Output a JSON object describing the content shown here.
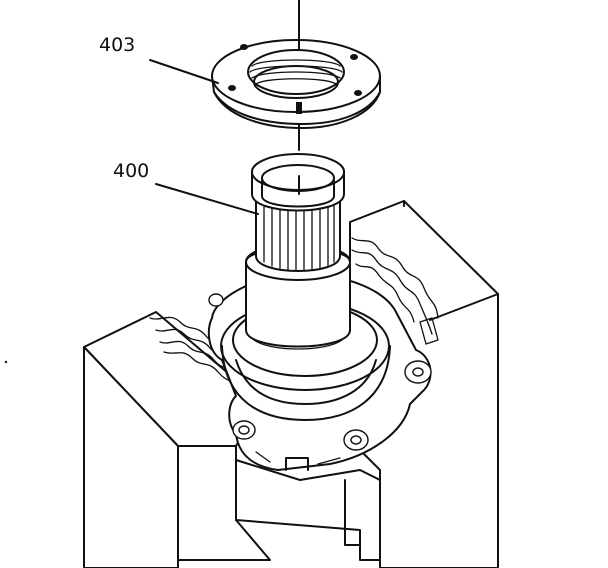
{
  "figure": {
    "callouts": [
      {
        "id": "403",
        "text": "403"
      },
      {
        "id": "400",
        "text": "400"
      }
    ]
  }
}
